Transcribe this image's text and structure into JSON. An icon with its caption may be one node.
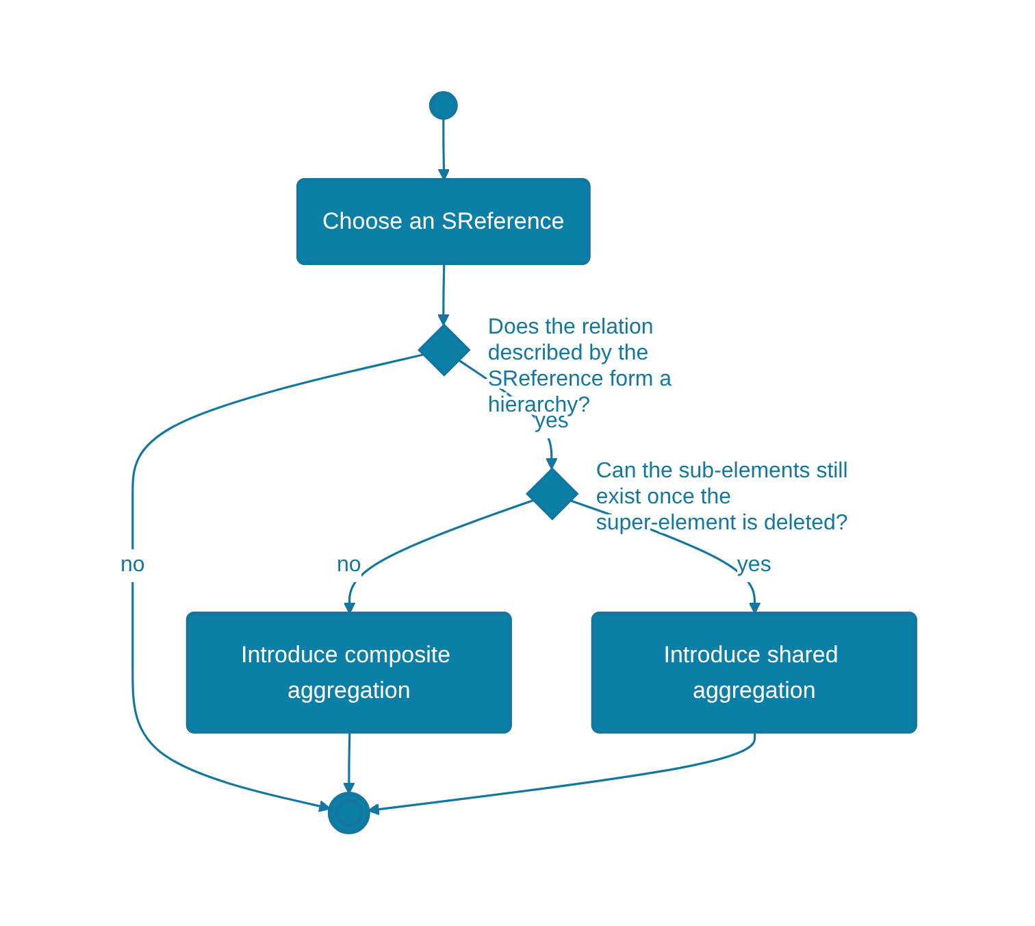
{
  "diagram": {
    "nodes": [
      {
        "text": [],
        "shape": "circle"
      },
      {
        "text": [
          "Choose an SReference"
        ]
      },
      {
        "text": [],
        "shape": "diamond",
        "beside": [
          "Does the relation described by the SReference form a hierarchy?"
        ]
      },
      {
        "text": [],
        "shape": "diamond",
        "beside": [
          "Can the sub-elements still exist once the super-element is deleted?"
        ]
      },
      {
        "text": [
          "Introduce composite aggregation"
        ]
      },
      {
        "text": [
          "Introduce shared aggregation"
        ]
      },
      {
        "text": [],
        "shape": "circle"
      }
    ],
    "edges": [
      {
        "from": 0,
        "to": 1,
        "arrow": "to"
      },
      {
        "from": 1,
        "to": 2,
        "arrow": "to"
      },
      {
        "from": 2,
        "to": 6,
        "arrow": "to",
        "label": "no"
      },
      {
        "from": 2,
        "to": 3,
        "arrow": "to",
        "label": "yes"
      },
      {
        "from": 3,
        "to": 4,
        "arrow": "to",
        "label": "no"
      },
      {
        "from": 3,
        "to": 5,
        "arrow": "to",
        "label": "yes"
      },
      {
        "from": 4,
        "to": 6,
        "arrow": "to"
      },
      {
        "from": 5,
        "to": 6,
        "arrow": "to"
      }
    ]
  }
}
